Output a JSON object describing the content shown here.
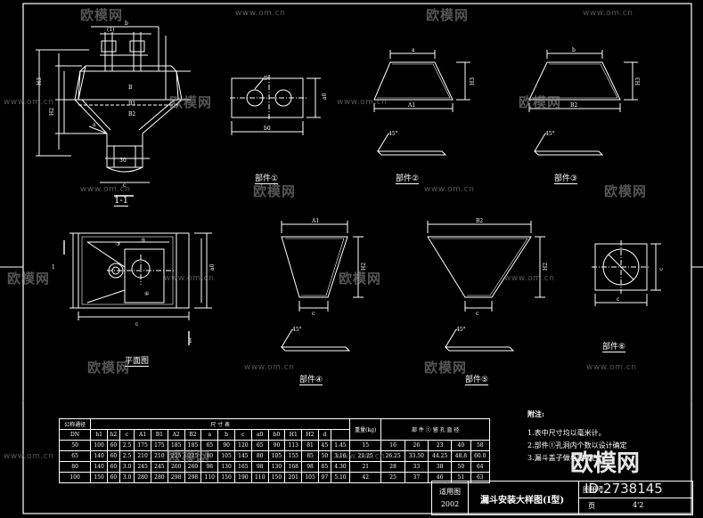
{
  "watermark": {
    "logo": "欧模网",
    "url": "www.om.cn",
    "big_logo": "欧模网",
    "id": "ID:2738145"
  },
  "labels": {
    "section_1_1": "1-1",
    "plan_view": "平面图",
    "part_1": "部件①",
    "part_2": "部件②",
    "part_3": "部件③",
    "part_4": "部件④",
    "part_5": "部件⑤",
    "part_6": "部件⑥"
  },
  "table": {
    "header_left": "公称通径",
    "header_mid": "尺 寸 表",
    "weight": "重量(kg)",
    "parts_label": "部 件 ① 留 孔 直 径",
    "columns": [
      "DN",
      "h1",
      "h2",
      "c",
      "A1",
      "B1",
      "A2",
      "B2",
      "a",
      "b",
      "c",
      "a0",
      "b0",
      "H1",
      "H2",
      "d"
    ],
    "rows": [
      [
        "50",
        "100",
        "60",
        "2.5",
        "175",
        "175",
        "185",
        "185",
        "65",
        "90",
        "120",
        "65",
        "90",
        "113",
        "81",
        "45",
        "1.45",
        "15",
        "16",
        "26",
        "23",
        "40",
        "58"
      ],
      [
        "65",
        "140",
        "60",
        "2.5",
        "210",
        "210",
        "225",
        "225",
        "80",
        "105",
        "145",
        "80",
        "105",
        "155",
        "85",
        "50",
        "3.16",
        "21.25",
        "26.25",
        "33.50",
        "44.25",
        "48.8",
        "60.0"
      ],
      [
        "80",
        "140",
        "60",
        "3.0",
        "245",
        "245",
        "260",
        "260",
        "98",
        "130",
        "165",
        "98",
        "130",
        "168",
        "98",
        "85",
        "4.30",
        "21",
        "28",
        "33",
        "38",
        "50",
        "64"
      ],
      [
        "100",
        "150",
        "60",
        "3.0",
        "280",
        "280",
        "298",
        "298",
        "110",
        "150",
        "190",
        "110",
        "150",
        "201",
        "105",
        "97",
        "5.10",
        "42",
        "25",
        "37",
        "46",
        "51",
        "63"
      ]
    ]
  },
  "notes": {
    "title": "附注:",
    "line1": "1.表中尺寸均以毫米计。",
    "line2": "2.部件①孔洞内个数以设计确定",
    "line3": "3.漏斗盖子做与底板合。"
  },
  "title_block": {
    "applicable": "适用图",
    "year": "2002",
    "title": "漏斗安装大样图(I型)",
    "drawing_no_label": "图册号",
    "page_label": "页",
    "page": "4'2"
  },
  "colors": {
    "line": "#ffffff",
    "background": "#000000",
    "watermark": "#9a9a9a"
  }
}
